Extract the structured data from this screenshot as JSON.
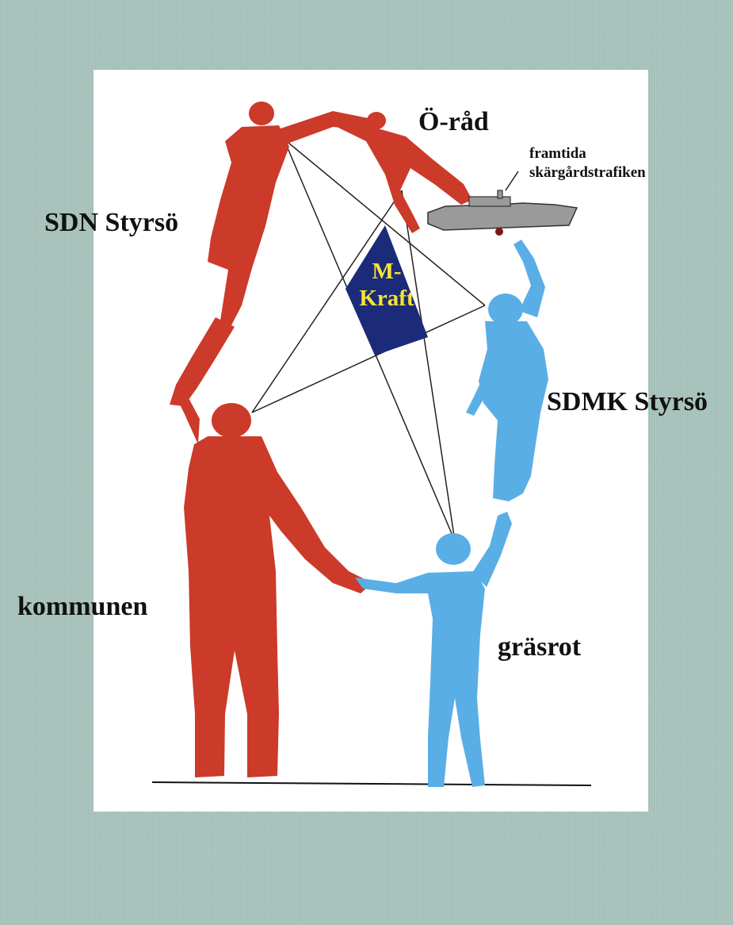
{
  "header": {
    "partial_text": ""
  },
  "colors": {
    "background": "#a9c4bd",
    "panel": "#ffffff",
    "red_figures": "#cc3a2a",
    "blue_figures": "#5aaee6",
    "center_shape": "#1c2a7a",
    "center_text": "#f5e530",
    "boat": "#9a9a9a"
  },
  "labels": {
    "o_rad": "Ö-råd",
    "framtida_line1": "framtida",
    "framtida_line2": "skärgårdstrafiken",
    "sdn_styrso": "SDN Styrsö",
    "sdmk_styrso": "SDMK Styrsö",
    "kommunen": "kommunen",
    "grasrot": "gräsrot",
    "center_line1": "M-",
    "center_line2": "Kraft"
  },
  "icons": {
    "boat": "ship-icon",
    "figures": "human-silhouette-icon"
  }
}
